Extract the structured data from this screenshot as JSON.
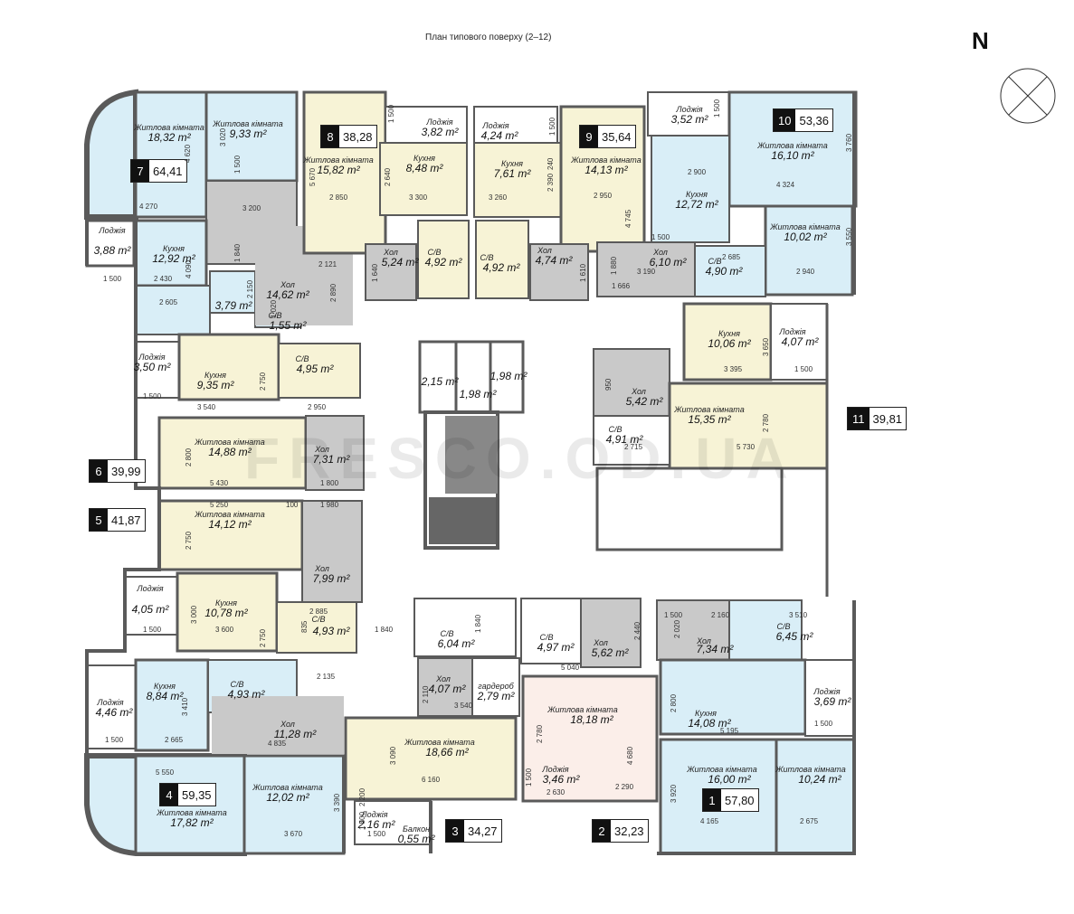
{
  "title": "План типового поверху (2–12)",
  "north_label": "N",
  "watermark": "FRESCO.OD.UA",
  "colors": {
    "blue": "#d9eef7",
    "yellow": "#f7f3d6",
    "pink": "#fbeee9",
    "gray": "#c9c9c9",
    "wall": "#5a5a5a",
    "white": "#ffffff"
  },
  "apartments": [
    {
      "n": "7",
      "area": "64,41"
    },
    {
      "n": "8",
      "area": "38,28"
    },
    {
      "n": "9",
      "area": "35,64"
    },
    {
      "n": "10",
      "area": "53,36"
    },
    {
      "n": "11",
      "area": "39,81"
    },
    {
      "n": "6",
      "area": "39,99"
    },
    {
      "n": "5",
      "area": "41,87"
    },
    {
      "n": "4",
      "area": "59,35"
    },
    {
      "n": "3",
      "area": "34,27"
    },
    {
      "n": "2",
      "area": "32,23"
    },
    {
      "n": "1",
      "area": "57,80"
    }
  ],
  "rooms": [
    {
      "name": "Житлова кімната",
      "area": "18,32 m²"
    },
    {
      "name": "Житлова кімната",
      "area": "9,33 m²"
    },
    {
      "name": "Житлова кімната",
      "area": "15,82 m²"
    },
    {
      "name": "Лоджія",
      "area": "3,82 m²"
    },
    {
      "name": "Кухня",
      "area": "8,48 m²"
    },
    {
      "name": "Лоджія",
      "area": "4,24 m²"
    },
    {
      "name": "Кухня",
      "area": "7,61 m²"
    },
    {
      "name": "Житлова кімната",
      "area": "14,13 m²"
    },
    {
      "name": "Лоджія",
      "area": "3,52 m²"
    },
    {
      "name": "Житлова кімната",
      "area": "16,10 m²"
    },
    {
      "name": "Кухня",
      "area": "12,72 m²"
    },
    {
      "name": "Житлова кімната",
      "area": "10,02 m²"
    },
    {
      "name": "Лоджія",
      "area": "3,88 m²"
    },
    {
      "name": "Кухня",
      "area": "12,92 m²"
    },
    {
      "name": "Хол",
      "area": "14,62 m²"
    },
    {
      "name": "Хол",
      "area": "5,24 m²"
    },
    {
      "name": "С/В",
      "area": "4,92 m²"
    },
    {
      "name": "С/В",
      "area": "4,92 m²"
    },
    {
      "name": "Хол",
      "area": "4,74 m²"
    },
    {
      "name": "Хол",
      "area": "6,10 m²"
    },
    {
      "name": "С/В",
      "area": "4,90 m²"
    },
    {
      "name": "",
      "area": "3,79 m²"
    },
    {
      "name": "С/В",
      "area": "1,55 m²"
    },
    {
      "name": "Лоджія",
      "area": "3,50 m²"
    },
    {
      "name": "Кухня",
      "area": "9,35 m²"
    },
    {
      "name": "С/В",
      "area": "4,95 m²"
    },
    {
      "name": "Кухня",
      "area": "10,06 m²"
    },
    {
      "name": "Лоджія",
      "area": "4,07 m²"
    },
    {
      "name": "Хол",
      "area": "5,42 m²"
    },
    {
      "name": "Житлова кімната",
      "area": "15,35 m²"
    },
    {
      "name": "С/В",
      "area": "4,91 m²"
    },
    {
      "name": "Житлова кімната",
      "area": "14,88 m²"
    },
    {
      "name": "Хол",
      "area": "7,31 m²"
    },
    {
      "name": "Житлова кімната",
      "area": "14,12 m²"
    },
    {
      "name": "Хол",
      "area": "7,99 m²"
    },
    {
      "name": "Лоджія",
      "area": "4,05 m²"
    },
    {
      "name": "Кухня",
      "area": "10,78 m²"
    },
    {
      "name": "С/В",
      "area": "4,93 m²"
    },
    {
      "name": "С/В",
      "area": "6,04 m²"
    },
    {
      "name": "С/В",
      "area": "4,97 m²"
    },
    {
      "name": "Хол",
      "area": "5,62 m²"
    },
    {
      "name": "Хол",
      "area": "7,34 m²"
    },
    {
      "name": "С/В",
      "area": "6,45 m²"
    },
    {
      "name": "Лоджія",
      "area": "4,46 m²"
    },
    {
      "name": "Кухня",
      "area": "8,84 m²"
    },
    {
      "name": "С/В",
      "area": "4,93 m²"
    },
    {
      "name": "Хол",
      "area": "11,28 m²"
    },
    {
      "name": "Хол",
      "area": "4,07 m²"
    },
    {
      "name": "гардероб",
      "area": "2,79 m²"
    },
    {
      "name": "Житлова кімната",
      "area": "18,18 m²"
    },
    {
      "name": "Кухня",
      "area": "14,08 m²"
    },
    {
      "name": "Лоджія",
      "area": "3,69 m²"
    },
    {
      "name": "Житлова кімната",
      "area": "18,66 m²"
    },
    {
      "name": "Лоджія",
      "area": "3,46 m²"
    },
    {
      "name": "Житлова кімната",
      "area": "16,00 m²"
    },
    {
      "name": "Житлова кімната",
      "area": "10,24 m²"
    },
    {
      "name": "Житлова кімната",
      "area": "17,82 m²"
    },
    {
      "name": "Житлова кімната",
      "area": "12,02 m²"
    },
    {
      "name": "Лоджія",
      "area": "2,16 m²"
    },
    {
      "name": "Балкон",
      "area": "0,55 m²"
    },
    {
      "name": "",
      "area": "2,15 m²"
    },
    {
      "name": "",
      "area": "1,98 m²"
    },
    {
      "name": "",
      "area": "1,98 m²"
    }
  ],
  "dims": [
    "4 270",
    "4 620",
    "3 020",
    "1 500",
    "3 200",
    "5 670",
    "2 850",
    "1 500",
    "3 300",
    "2 640",
    "3 260",
    "1 500",
    "2 390",
    "240",
    "2 950",
    "4 745",
    "1 500",
    "2 900",
    "3 760",
    "4 324",
    "2 121",
    "1 640",
    "1 610",
    "1 880",
    "3 190",
    "1 666",
    "1 500",
    "2 685",
    "3 550",
    "2 940",
    "1 500",
    "2 430",
    "4 090",
    "1 840",
    "2 605",
    "2 150",
    "2 890",
    "1 020",
    "2 750",
    "3 540",
    "2 950",
    "1 500",
    "950",
    "3 395",
    "1 500",
    "3 650",
    "2 780",
    "5 730",
    "2 715",
    "2 800",
    "5 430",
    "1 800",
    "5 250",
    "100",
    "1 980",
    "2 750",
    "1 500",
    "3 000",
    "3 600",
    "2 885",
    "835",
    "2 750",
    "1 840",
    "1 840",
    "2 440",
    "1 500",
    "2 160",
    "3 510",
    "2 020",
    "5 040",
    "1 500",
    "3 410",
    "2 665",
    "2 135",
    "4 835",
    "2 110",
    "3 540",
    "2 780",
    "4 680",
    "2 800",
    "5 195",
    "1 500",
    "3 090",
    "6 160",
    "1 500",
    "2 630",
    "2 290",
    "5 550",
    "3 390",
    "3 670",
    "2 200",
    "1 500",
    "1 500",
    "3 920",
    "4 165",
    "2 675"
  ]
}
